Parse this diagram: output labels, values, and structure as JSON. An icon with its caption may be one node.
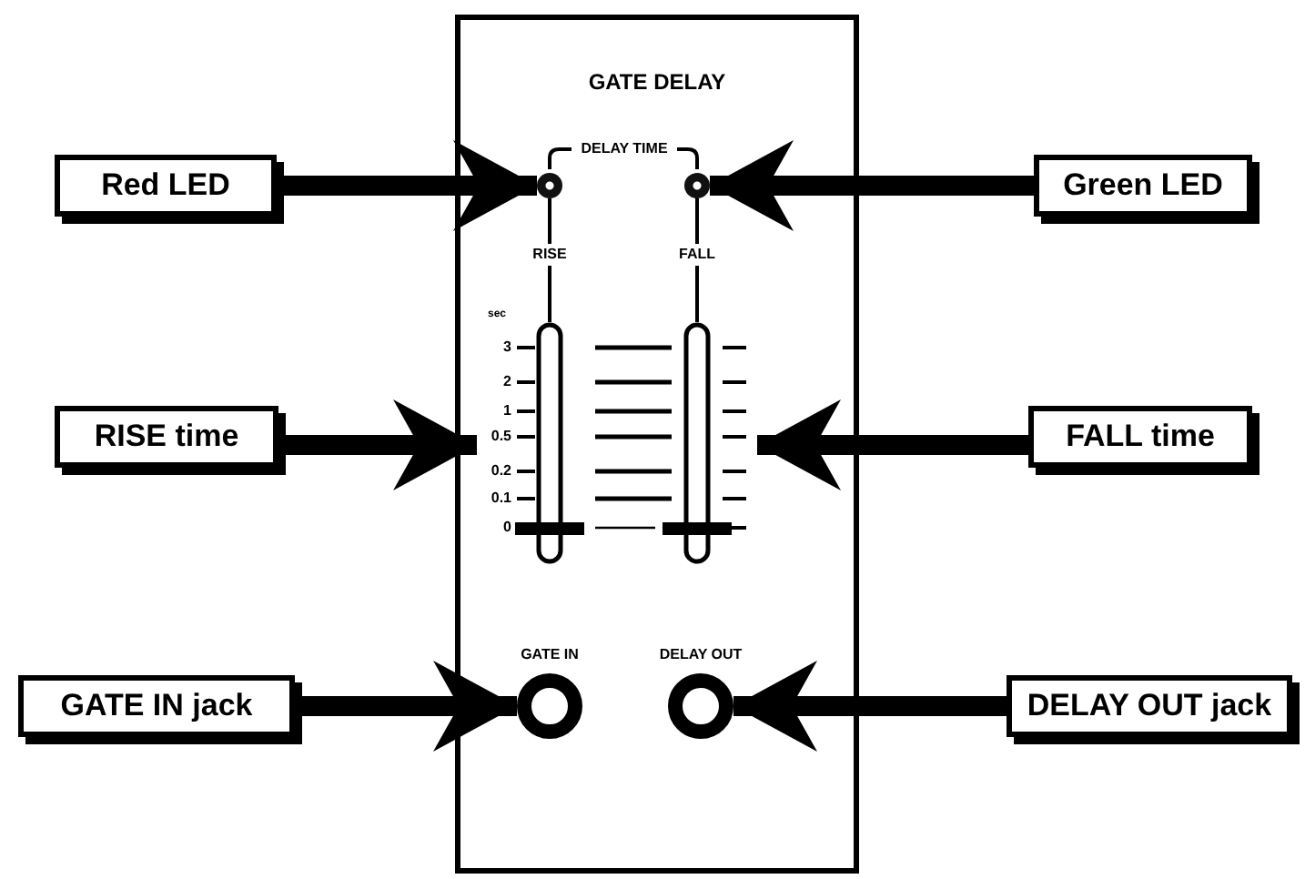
{
  "diagram": {
    "nodes": [
      {
        "text": [
          "GATE DELAY"
        ]
      },
      {
        "text": [],
        "shape": "circle",
        "in": 0
      },
      {
        "text": [],
        "shape": "circle",
        "in": 0
      },
      {
        "text": [],
        "shape": "slider",
        "in": 0
      },
      {
        "text": [],
        "shape": "slider",
        "in": 0
      },
      {
        "text": [],
        "shape": "circle",
        "in": 0,
        "beside": [
          "GATE IN"
        ]
      },
      {
        "text": [],
        "shape": "circle",
        "in": 0,
        "beside": [
          "DELAY OUT"
        ]
      },
      {
        "text": [
          "Red LED"
        ]
      },
      {
        "text": [
          "Green LED"
        ]
      },
      {
        "text": [
          "RISE time"
        ]
      },
      {
        "text": [
          "FALL time"
        ]
      },
      {
        "text": [
          "GATE IN jack"
        ]
      },
      {
        "text": [
          "DELAY OUT jack"
        ]
      }
    ],
    "edges": [
      {
        "from": 7,
        "to": 1,
        "arrow": "to"
      },
      {
        "from": 8,
        "to": 2,
        "arrow": "to"
      },
      {
        "from": 9,
        "to": 3,
        "arrow": "to"
      },
      {
        "from": 10,
        "to": 4,
        "arrow": "to"
      },
      {
        "from": 11,
        "to": 5,
        "arrow": "to"
      },
      {
        "from": 12,
        "to": 6,
        "arrow": "to"
      },
      {
        "from": 1,
        "to": 3,
        "arrow": "none",
        "label": "RISE"
      },
      {
        "from": 2,
        "to": 4,
        "arrow": "none",
        "label": "FALL"
      }
    ],
    "labels": [
      "DELAY TIME",
      "sec",
      "3",
      "2",
      "1",
      "0.5",
      "0.2",
      "0.1",
      "0"
    ]
  }
}
